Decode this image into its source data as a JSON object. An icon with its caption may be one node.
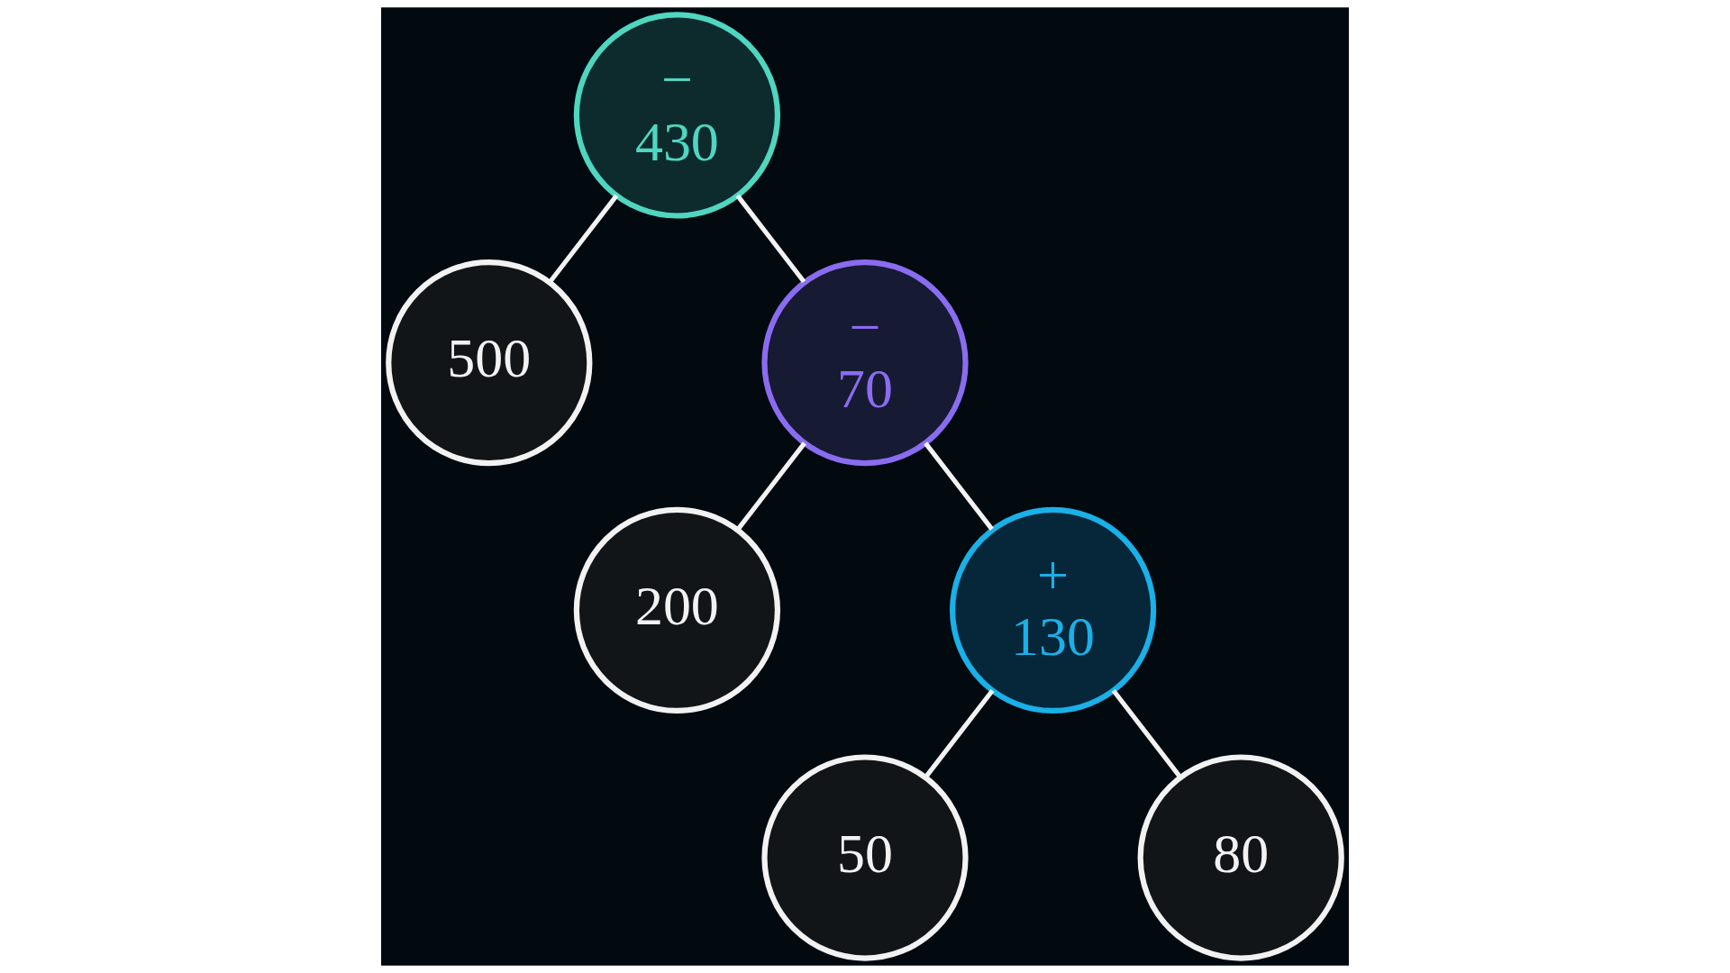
{
  "diagram": {
    "nodes": [
      {
        "text": [
          "−",
          "430"
        ]
      },
      {
        "text": [
          "500"
        ]
      },
      {
        "text": [
          "−",
          "70"
        ]
      },
      {
        "text": [
          "200"
        ]
      },
      {
        "text": [
          "+",
          "130"
        ]
      },
      {
        "text": [
          "50"
        ]
      },
      {
        "text": [
          "80"
        ]
      }
    ],
    "edges": [
      {
        "from": 0,
        "to": 1,
        "arrow": "none"
      },
      {
        "from": 0,
        "to": 2,
        "arrow": "none"
      },
      {
        "from": 2,
        "to": 3,
        "arrow": "none"
      },
      {
        "from": 2,
        "to": 4,
        "arrow": "none"
      },
      {
        "from": 4,
        "to": 5,
        "arrow": "none"
      },
      {
        "from": 4,
        "to": 6,
        "arrow": "none"
      }
    ]
  }
}
